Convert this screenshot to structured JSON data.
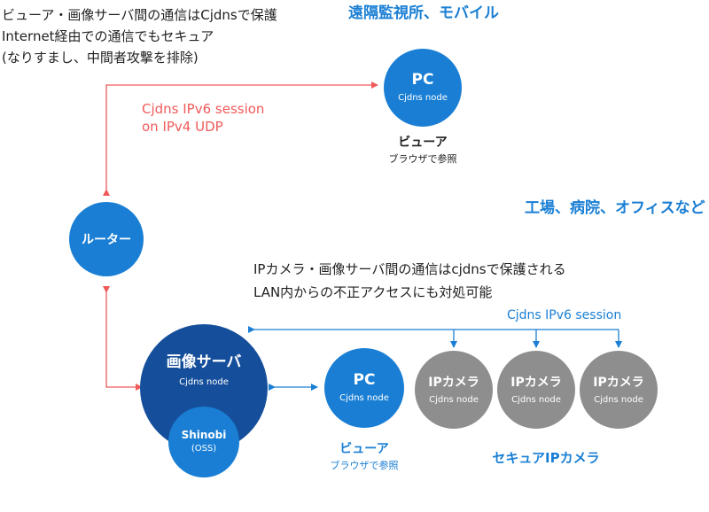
{
  "top_note": {
    "line1": "ビューア・画像サーバ間の通信はCjdnsで保護",
    "line2": "Internet経由での通信でもセキュア",
    "line3": "(なりすまし、中間者攻撃を排除)"
  },
  "remote_label": "遠隔監視所、モバイル",
  "site_label": "工場、病院、オフィスなど",
  "remote_session": {
    "line1": "Cjdns IPv6 session",
    "line2": "on IPv4 UDP"
  },
  "remote_pc": {
    "title": "PC",
    "sub": "Cjdns node",
    "caption": "ビューア",
    "caption_sub": "ブラウザで参照"
  },
  "router": {
    "label": "ルーター"
  },
  "lan_note": {
    "line1": "IPカメラ・画像サーバ間の通信はcjdnsで保護される",
    "line2": "LAN内からの不正アクセスにも対処可能"
  },
  "lan_session": "Cjdns IPv6 session",
  "server": {
    "title": "画像サーバ",
    "sub": "Cjdns node",
    "inner_title": "Shinobi",
    "inner_sub": "(OSS)"
  },
  "local_pc": {
    "title": "PC",
    "sub": "Cjdns node",
    "caption": "ビューア",
    "caption_sub": "ブラウザで参照"
  },
  "cameras": [
    {
      "title": "IPカメラ",
      "sub": "Cjdns node"
    },
    {
      "title": "IPカメラ",
      "sub": "Cjdns node"
    },
    {
      "title": "IPカメラ",
      "sub": "Cjdns node"
    }
  ],
  "camera_group_label": "セキュアIPカメラ",
  "colors": {
    "accent_blue": "#1a7fd4",
    "server_blue": "#154f9c",
    "camera_gray": "#8e8e8e",
    "link_red": "#f05a5a"
  }
}
